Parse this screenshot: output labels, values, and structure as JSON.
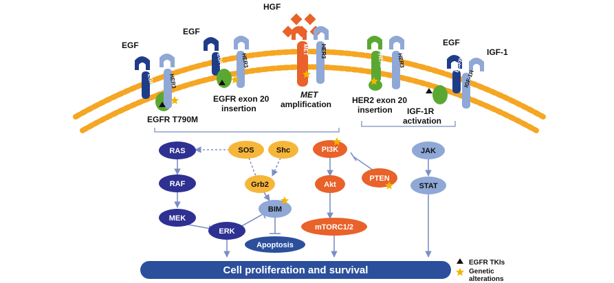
{
  "ligands": {
    "hgf": "HGF",
    "egf_left": "EGF",
    "egf_mid": "EGF",
    "egf_right": "EGF",
    "igf1": "IGF-1"
  },
  "receptors": {
    "egfr1": "EGFR",
    "her3_1": "HER3",
    "egfr2": "EGFR",
    "her3_2": "HER3",
    "met": "MET",
    "her3_3": "HER3",
    "her2": "HER2",
    "her3_4": "HER3",
    "egfr3": "EGFR",
    "igf1r": "IGF-1R"
  },
  "mechanisms": {
    "t790m": "EGFR T790M",
    "egfr_ex20_l1": "EGFR exon 20",
    "egfr_ex20_l2": "insertion",
    "met_amp_l1": "MET",
    "met_amp_l2": "amplification",
    "her2_ex20_l1": "HER2 exon 20",
    "her2_ex20_l2": "insertion",
    "igf1r_act_l1": "IGF-1R",
    "igf1r_act_l2": "activation"
  },
  "nodes": {
    "ras": "RAS",
    "raf": "RAF",
    "mek": "MEK",
    "erk": "ERK",
    "sos": "SOS",
    "shc": "Shc",
    "grb2": "Grb2",
    "bim": "BIM",
    "apoptosis": "Apoptosis",
    "pi3k": "PI3K",
    "akt": "Akt",
    "mtorc": "mTORC1/2",
    "pten": "PTEN",
    "jak": "JAK",
    "stat": "STAT"
  },
  "outcome": "Cell proliferation and survival",
  "legend": {
    "tki": "EGFR TKIs",
    "genetic_l1": "Genetic",
    "genetic_l2": "alterations"
  },
  "colors": {
    "membrane": "#f5a623",
    "egfr_blue": "#1f3c88",
    "her3_light": "#8fa8d6",
    "mutant_green": "#5aa832",
    "met_orange": "#e8622a",
    "pathway_navy": "#2e3192",
    "sos_yellow": "#f6b63a",
    "outcome_bar": "#2c4f9c",
    "star": "#f5b400"
  }
}
